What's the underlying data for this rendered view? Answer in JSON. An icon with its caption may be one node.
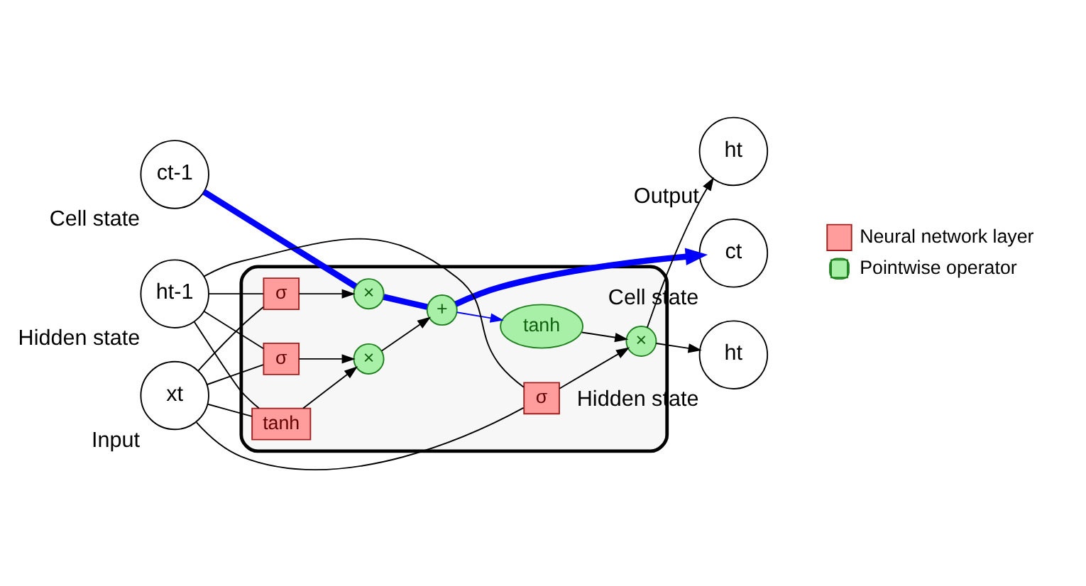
{
  "diagram": {
    "nodes": [
      {
        "text": [],
        "shape": "box"
      },
      {
        "text": [
          "ct-1"
        ],
        "beside": [
          "Cell state"
        ]
      },
      {
        "text": [
          "ht-1"
        ],
        "beside": [
          "Hidden state"
        ]
      },
      {
        "text": [
          "xt"
        ],
        "beside": [
          "Input"
        ]
      },
      {
        "text": [
          "ht"
        ],
        "beside": [
          "Output"
        ]
      },
      {
        "text": [
          "ct"
        ],
        "beside": [
          "Cell state"
        ]
      },
      {
        "text": [
          "ht"
        ],
        "beside": [
          "Hidden state"
        ]
      },
      {
        "text": [
          "×"
        ],
        "in": 0
      },
      {
        "text": [
          "+"
        ],
        "in": 0
      },
      {
        "text": [
          "σ"
        ],
        "in": 0
      },
      {
        "text": [
          "σ"
        ],
        "in": 0
      },
      {
        "text": [
          "tanh"
        ],
        "in": 0
      },
      {
        "text": [
          "×"
        ],
        "in": 0
      },
      {
        "text": [
          "σ"
        ],
        "in": 0
      },
      {
        "text": [
          "tanh"
        ],
        "in": 0
      },
      {
        "text": [
          "×"
        ],
        "in": 0
      }
    ],
    "edges": [
      {
        "from": 1,
        "to": 7,
        "arrow": "none",
        "style": "thick",
        "color": "#0000ff"
      },
      {
        "from": 7,
        "to": 8,
        "arrow": "none",
        "style": "thick",
        "color": "#0000ff"
      },
      {
        "from": 8,
        "to": 5,
        "arrow": "to",
        "style": "thick",
        "color": "#0000ff"
      },
      {
        "from": 8,
        "to": 14,
        "arrow": "to",
        "color": "#0000ff"
      },
      {
        "from": 2,
        "to": 9,
        "arrow": "none"
      },
      {
        "from": 2,
        "to": 10,
        "arrow": "none"
      },
      {
        "from": 2,
        "to": 11,
        "arrow": "none"
      },
      {
        "from": 2,
        "to": 13,
        "arrow": "none"
      },
      {
        "from": 3,
        "to": 9,
        "arrow": "none"
      },
      {
        "from": 3,
        "to": 10,
        "arrow": "none"
      },
      {
        "from": 3,
        "to": 11,
        "arrow": "none"
      },
      {
        "from": 3,
        "to": 13,
        "arrow": "none"
      },
      {
        "from": 9,
        "to": 7,
        "arrow": "to"
      },
      {
        "from": 10,
        "to": 12,
        "arrow": "to"
      },
      {
        "from": 11,
        "to": 12,
        "arrow": "to"
      },
      {
        "from": 12,
        "to": 8,
        "arrow": "to"
      },
      {
        "from": 13,
        "to": 15,
        "arrow": "to"
      },
      {
        "from": 14,
        "to": 15,
        "arrow": "to"
      },
      {
        "from": 15,
        "to": 6,
        "arrow": "to"
      },
      {
        "from": 15,
        "to": 4,
        "arrow": "to"
      }
    ],
    "legend": [
      {
        "text": "Neural network layer",
        "color": "#ff9c9c"
      },
      {
        "text": "Pointwise operator"
      }
    ]
  }
}
